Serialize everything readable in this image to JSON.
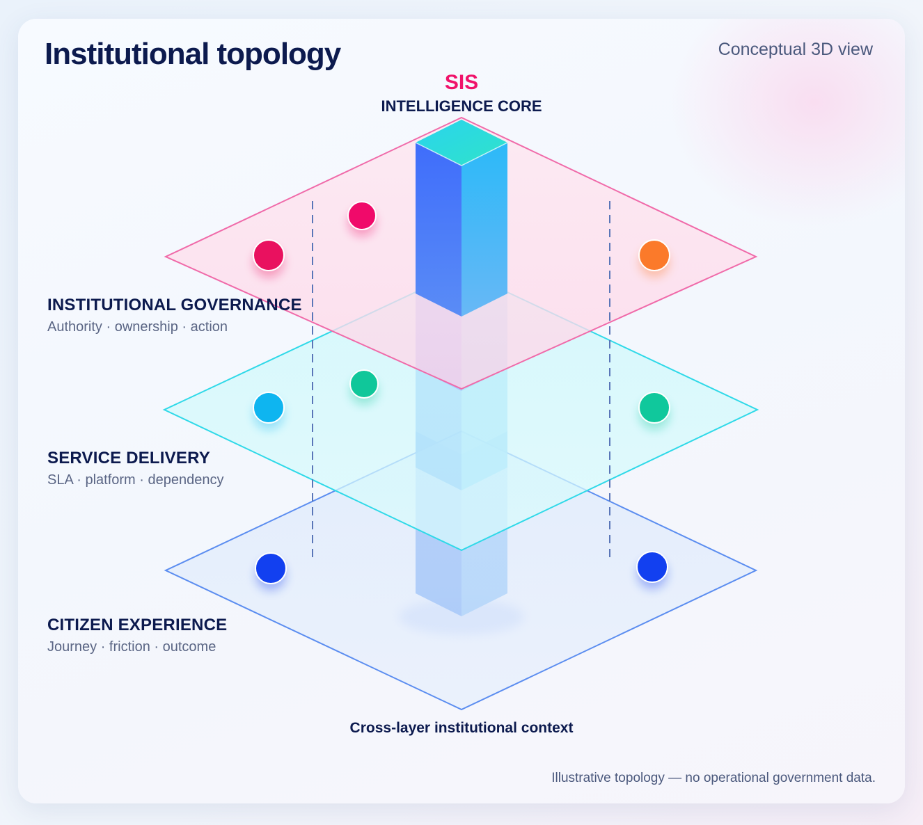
{
  "title": "Institutional topology",
  "subtitle": "Conceptual 3D view",
  "core": {
    "name": "SIS",
    "subtitle": "INTELLIGENCE CORE"
  },
  "layers": [
    {
      "name": "INSTITUTIONAL GOVERNANCE",
      "description": "Authority · ownership · action",
      "color": "#f06aa9",
      "nodes": [
        {
          "color": "#e9115f"
        },
        {
          "color": "#f00a6a"
        },
        {
          "color": "#fb7a2a"
        }
      ]
    },
    {
      "name": "SERVICE DELIVERY",
      "description": "SLA · platform · dependency",
      "color": "#2fd9e8",
      "nodes": [
        {
          "color": "#0eb5f0"
        },
        {
          "color": "#10c79a"
        },
        {
          "color": "#10c89c"
        }
      ]
    },
    {
      "name": "CITIZEN EXPERIENCE",
      "description": "Journey · friction · outcome",
      "color": "#5b8df0",
      "nodes": [
        {
          "color": "#1240f0"
        },
        {
          "color": "#1240f0"
        }
      ]
    }
  ],
  "context_label": "Cross-layer institutional context",
  "footnote": "Illustrative topology — no operational government data."
}
